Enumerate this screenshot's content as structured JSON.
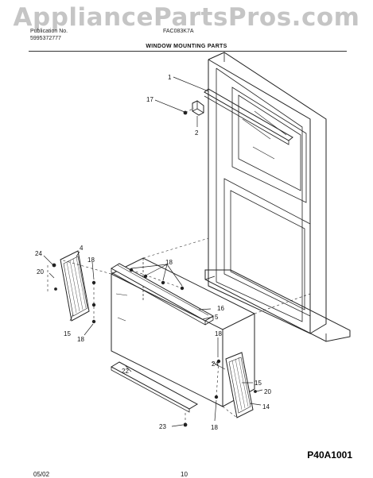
{
  "watermark": "AppliancePartsPros.com",
  "header": {
    "left_line1": "Publication No.",
    "left_line2": "5995372777",
    "model": "FAC083K7A",
    "section_title": "WINDOW MOUNTING PARTS"
  },
  "callouts": {
    "c1": "1",
    "c17": "17",
    "c2": "2",
    "c4": "4",
    "c24a": "24",
    "c18a": "18",
    "c20a": "20",
    "c15a": "15",
    "c18b": "18",
    "c18c": "18",
    "c16": "16",
    "c5": "5",
    "c22": "22",
    "c18d": "18",
    "c24b": "24",
    "c15b": "15",
    "c20b": "20",
    "c14": "14",
    "c18e": "18",
    "c23": "23"
  },
  "footer": {
    "date": "05/02",
    "page": "10",
    "figure_code": "P40A1001"
  }
}
